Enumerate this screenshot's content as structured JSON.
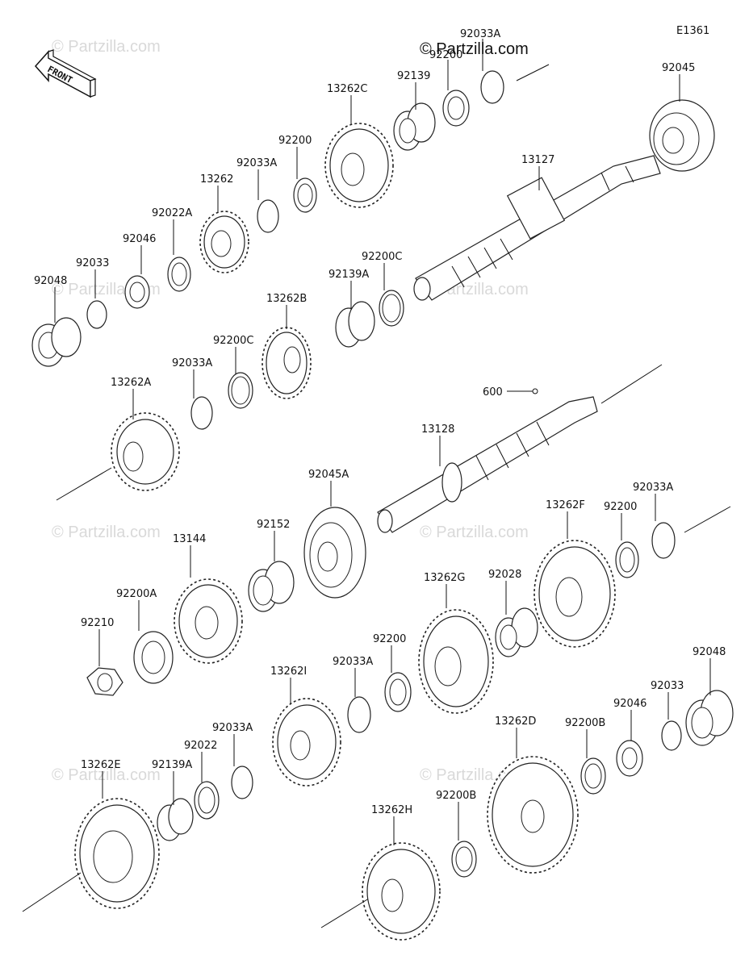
{
  "header": {
    "site": "© Partzilla.com",
    "diagram_code": "E1361",
    "front_label": "FRONT"
  },
  "watermark": "© Partzilla.com",
  "parts": [
    {
      "key": "92048a",
      "label": "92048"
    },
    {
      "key": "92033a",
      "label": "92033"
    },
    {
      "key": "92046a",
      "label": "92046"
    },
    {
      "key": "92022A",
      "label": "92022A"
    },
    {
      "key": "13262",
      "label": "13262"
    },
    {
      "key": "92033A_1",
      "label": "92033A"
    },
    {
      "key": "92200_1",
      "label": "92200"
    },
    {
      "key": "13262C",
      "label": "13262C"
    },
    {
      "key": "92139",
      "label": "92139"
    },
    {
      "key": "92200_2",
      "label": "92200"
    },
    {
      "key": "92033A_2",
      "label": "92033A"
    },
    {
      "key": "92045",
      "label": "92045"
    },
    {
      "key": "13127",
      "label": "13127"
    },
    {
      "key": "92200C_1",
      "label": "92200C"
    },
    {
      "key": "92139A_1",
      "label": "92139A"
    },
    {
      "key": "13262B",
      "label": "13262B"
    },
    {
      "key": "92200C_2",
      "label": "92200C"
    },
    {
      "key": "92033A_3",
      "label": "92033A"
    },
    {
      "key": "13262A",
      "label": "13262A"
    },
    {
      "key": "600",
      "label": "600"
    },
    {
      "key": "13128",
      "label": "13128"
    },
    {
      "key": "92045A",
      "label": "92045A"
    },
    {
      "key": "92152",
      "label": "92152"
    },
    {
      "key": "13144",
      "label": "13144"
    },
    {
      "key": "92200A",
      "label": "92200A"
    },
    {
      "key": "92210",
      "label": "92210"
    },
    {
      "key": "13262F",
      "label": "13262F"
    },
    {
      "key": "92200_3",
      "label": "92200"
    },
    {
      "key": "92033A_4",
      "label": "92033A"
    },
    {
      "key": "13262G",
      "label": "13262G"
    },
    {
      "key": "92028",
      "label": "92028"
    },
    {
      "key": "92200_4",
      "label": "92200"
    },
    {
      "key": "92033A_5",
      "label": "92033A"
    },
    {
      "key": "13262I",
      "label": "13262I"
    },
    {
      "key": "92048b",
      "label": "92048"
    },
    {
      "key": "92033b",
      "label": "92033"
    },
    {
      "key": "92046b",
      "label": "92046"
    },
    {
      "key": "92200B_1",
      "label": "92200B"
    },
    {
      "key": "13262D",
      "label": "13262D"
    },
    {
      "key": "92033A_6",
      "label": "92033A"
    },
    {
      "key": "92022",
      "label": "92022"
    },
    {
      "key": "92139A_2",
      "label": "92139A"
    },
    {
      "key": "13262E",
      "label": "13262E"
    },
    {
      "key": "92200B_2",
      "label": "92200B"
    },
    {
      "key": "13262H",
      "label": "13262H"
    }
  ]
}
